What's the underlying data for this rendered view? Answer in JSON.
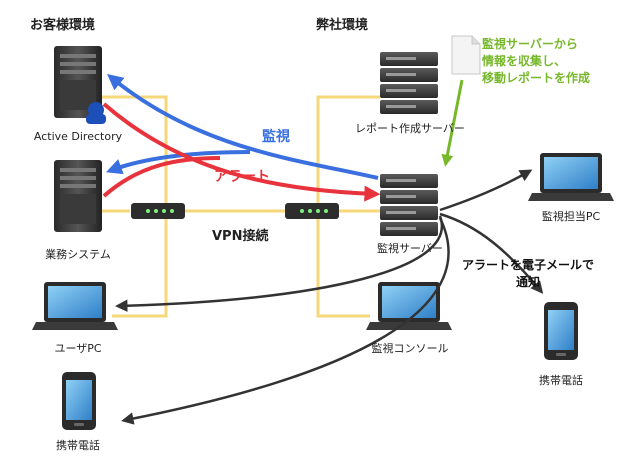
{
  "customer_env": {
    "title": "お客様環境",
    "active_directory_label": "Active Directory",
    "business_system_label": "業務システム",
    "user_pc_label": "ユーザPC",
    "mobile_label": "携帯電話"
  },
  "company_env": {
    "title": "弊社環境",
    "report_server_label": "レポート作成サーバー",
    "monitor_server_label": "監視サーバー",
    "monitor_console_label": "監視コンソール",
    "monitor_staff_pc_label": "監視担当PC",
    "mobile_label": "携帯電話"
  },
  "connection": {
    "vpn_label": "VPN接続"
  },
  "flows": {
    "monitor_label": "監視",
    "alert_label": "アラート",
    "report_note": [
      "監視サーバーから",
      "情報を収集し、",
      "移動レポートを作成"
    ],
    "email_note": [
      "アラートを電子メールで",
      "通知"
    ]
  },
  "colors": {
    "monitor": "#3a6fe0",
    "alert": "#e8323c",
    "lan": "#f6d77a",
    "report": "#76b82a",
    "email": "#333333"
  }
}
